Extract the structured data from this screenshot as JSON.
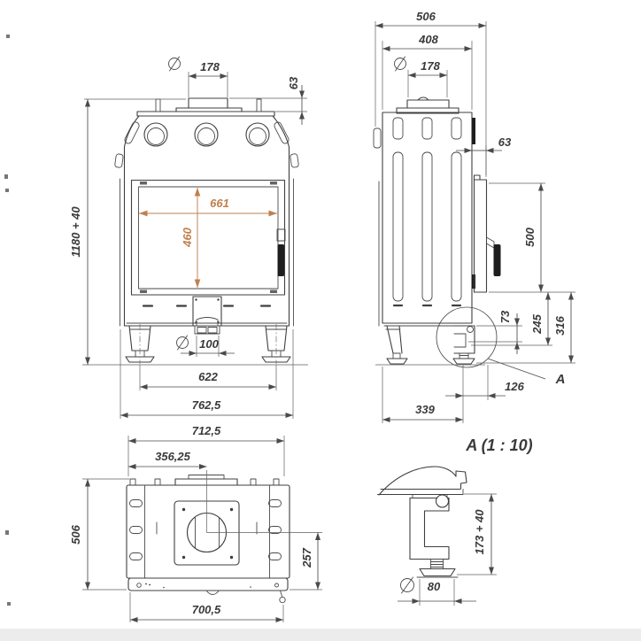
{
  "drawing": {
    "type": "fireplace-insert-technical-drawing",
    "accent_color": "#c0804d",
    "line_color": "#3f3f3f",
    "front": {
      "flue_diameter": "178",
      "collar_height": "63",
      "total_height": "1180 + 40",
      "glass_width": "661",
      "glass_height": "460",
      "inlet_diameter": "100",
      "feet_spacing": "622",
      "overall_width": "762,5"
    },
    "side": {
      "overall_depth": "506",
      "body_depth": "408",
      "flue_diameter": "178",
      "door_frame_depth": "63",
      "door_height": "500",
      "bracket_step": "73",
      "base_height_mid": "245",
      "base_height_total": "316",
      "foot_to_front": "126",
      "foot_to_rear": "339",
      "detail_marker": "A"
    },
    "top": {
      "overall_width": "712,5",
      "flue_center_from_left": "356,25",
      "overall_depth": "506",
      "flue_center_from_rear": "257",
      "base_width": "700,5"
    },
    "detail": {
      "title": "A (1 : 10)",
      "foot_height": "173 + 40",
      "foot_plate_diameter": "80"
    }
  }
}
